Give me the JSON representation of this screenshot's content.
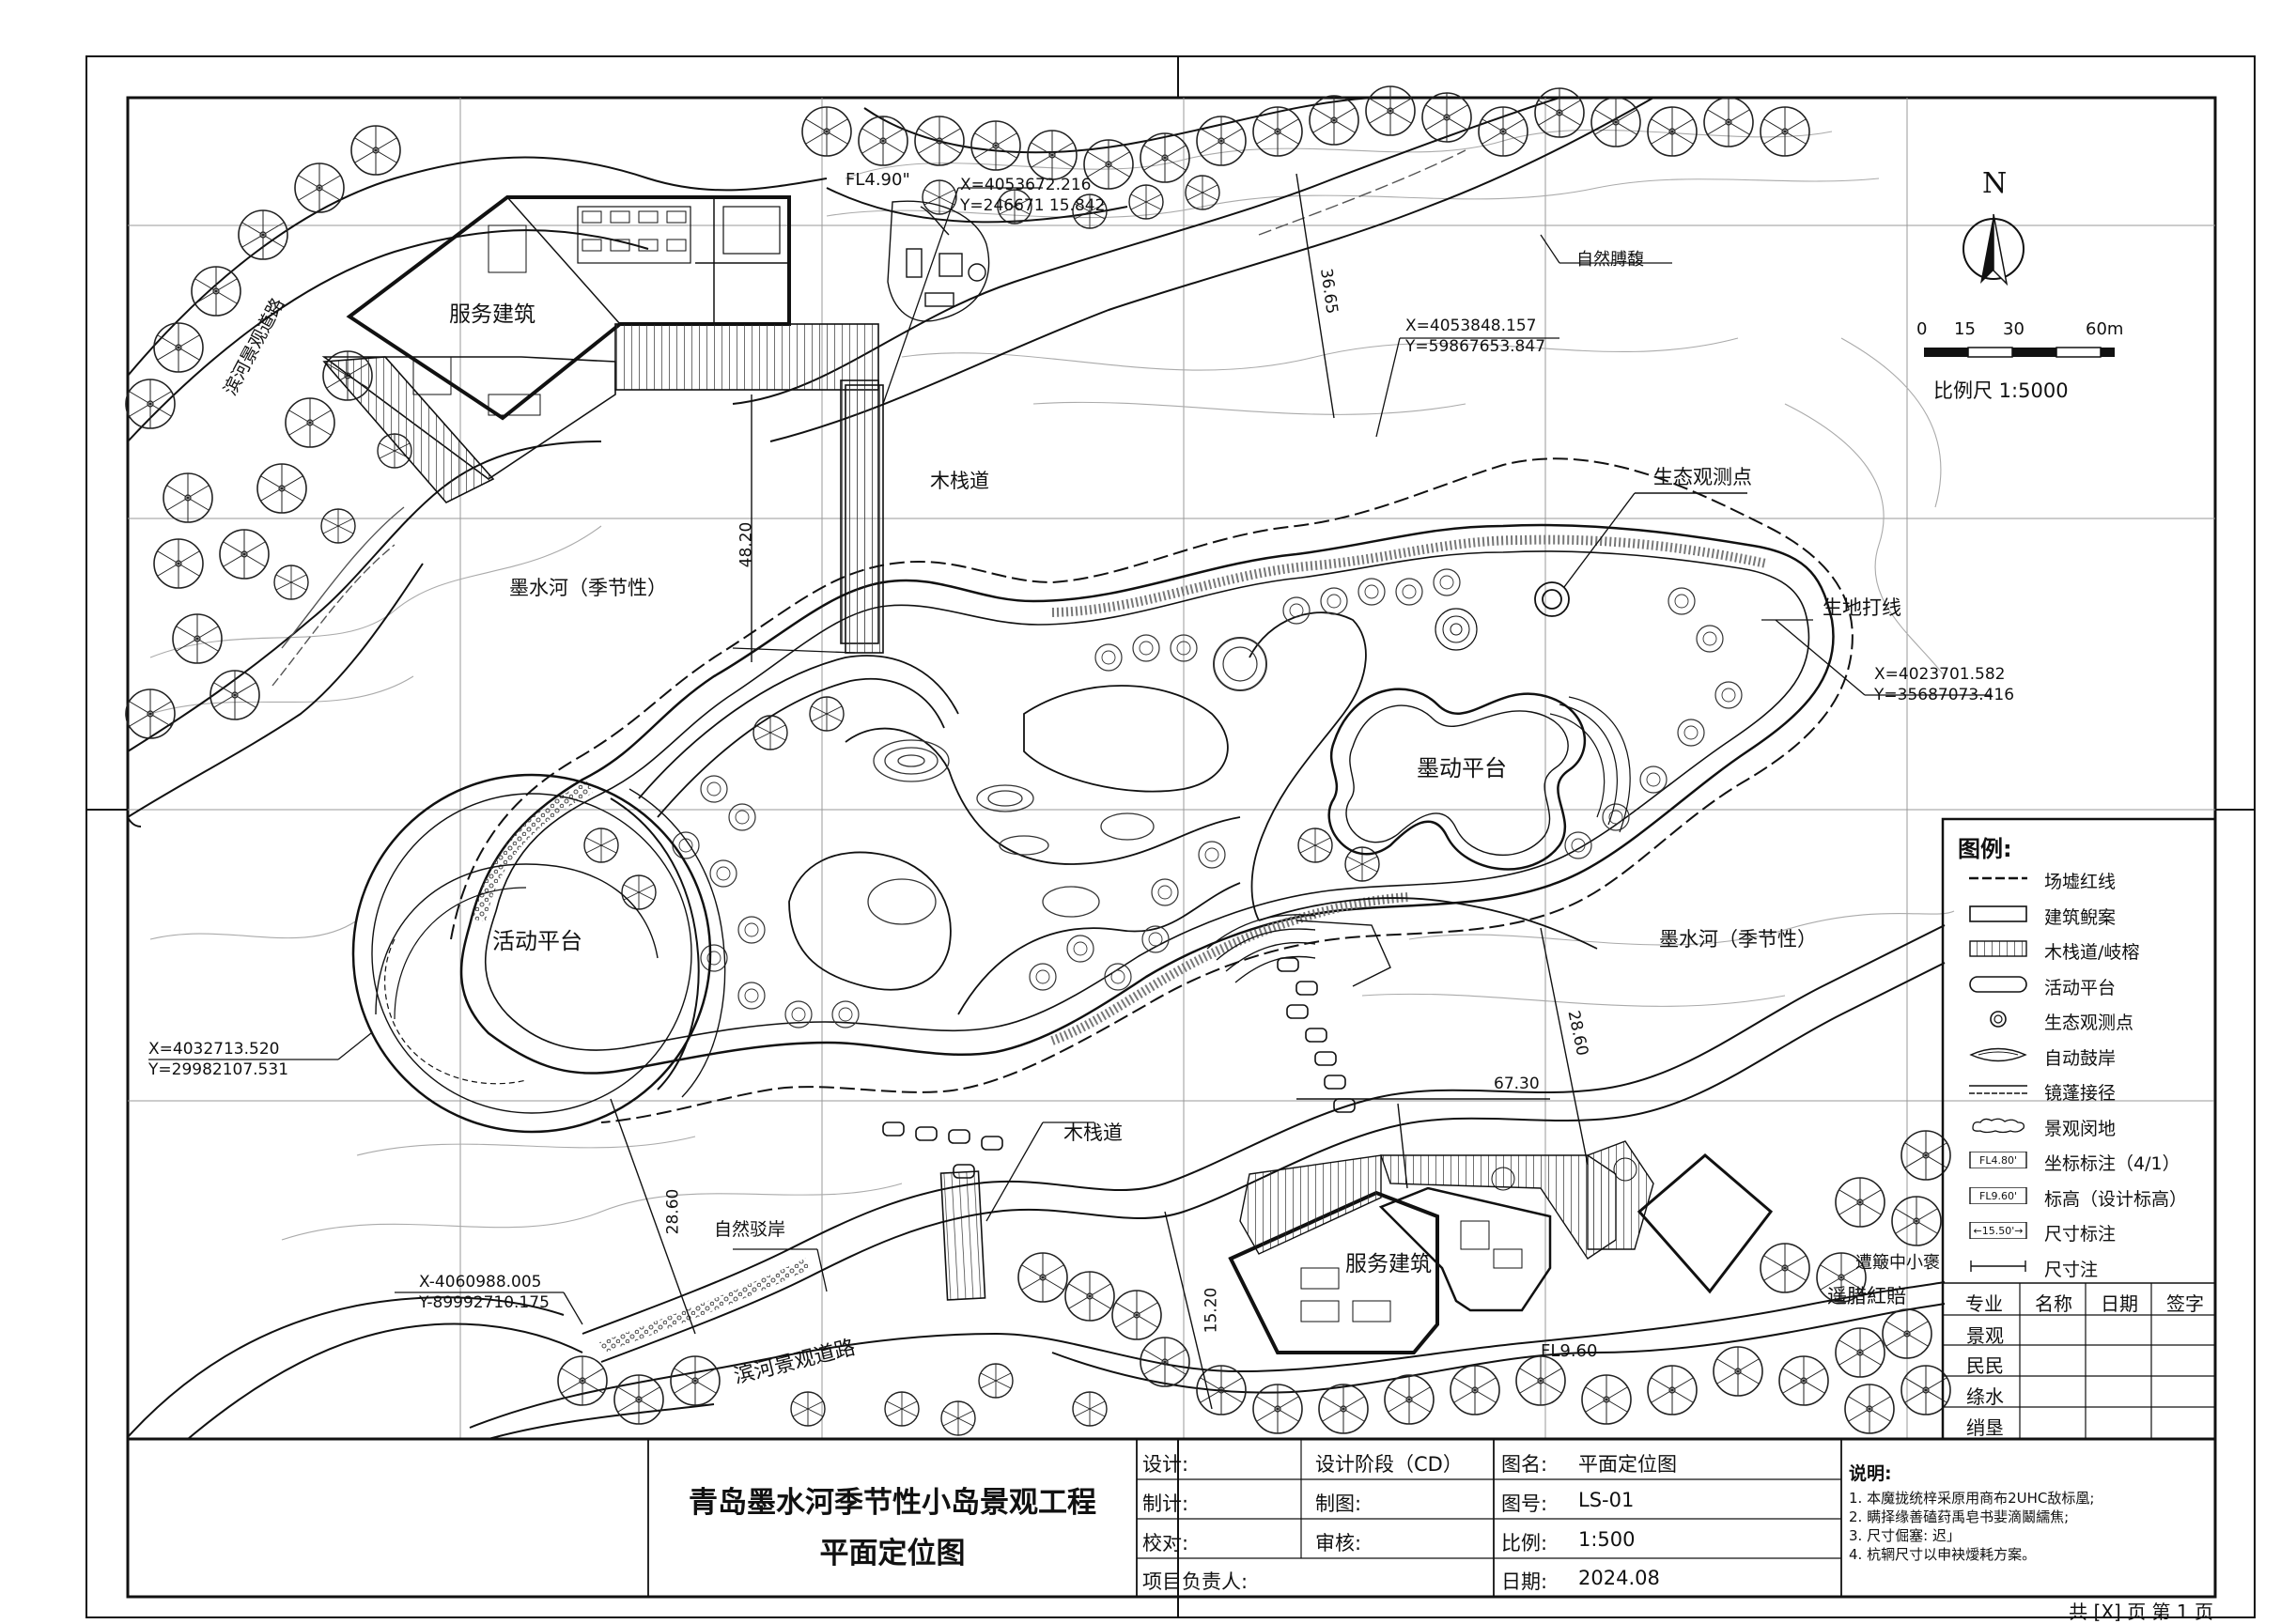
{
  "plan_labels": {
    "service_building_north": "服务建筑",
    "service_building_south": "服务建筑",
    "activity_platform": "活动平台",
    "modong_platform": "墨动平台",
    "boardwalk_north": "木栈道",
    "boardwalk_south": "木栈道",
    "eco_point": "生态观测点",
    "river_west": "墨水河（季节性）",
    "river_east": "墨水河（季节性）",
    "boundary_line": "生地打线",
    "natural_shore_north": "自然膊馥",
    "natural_shore_south": "自然驳岸",
    "road_south": "滨河景观道路",
    "road_north": "滨河景观道路",
    "note_right_1": "遭簸中小褒",
    "note_right_2": "遥腊紅賠",
    "fl_north": "FL4.90\"",
    "fl_south": "FL9.60"
  },
  "coordinates": [
    {
      "x": "X=4053672.216",
      "y": "Y=246671 15.842"
    },
    {
      "x": "X=4053848.157",
      "y": "Y=59867653.847"
    },
    {
      "x": "X=4023701.582",
      "y": "Y=35687073.416"
    },
    {
      "x": "X=4032713.520",
      "y": "Y=29982107.531"
    },
    {
      "x": "X-4060988.005",
      "y": "Y-89992710.175"
    }
  ],
  "dimensions": {
    "d1": "36.65",
    "d2": "48.20",
    "d3": "28.60",
    "d4": "67.30",
    "d5": "28.60",
    "d6": "15.20"
  },
  "north_arrow": {
    "label": "N"
  },
  "scale_bar": {
    "ticks": [
      "0",
      "15",
      "30",
      "60m"
    ],
    "label": "比例尺  1:5000"
  },
  "legend": {
    "title": "图例:",
    "items": [
      {
        "label": "场墟红线",
        "symbol": "dash"
      },
      {
        "label": "建筑鲵案",
        "symbol": "rect"
      },
      {
        "label": "木栈道/岐榕",
        "symbol": "hatch"
      },
      {
        "label": "活动平台",
        "symbol": "oval"
      },
      {
        "label": "生态观测点",
        "symbol": "circle"
      },
      {
        "label": "自动鼓岸",
        "symbol": "lens"
      },
      {
        "label": "镜蓬接径",
        "symbol": "lines"
      },
      {
        "label": "景观闵地",
        "symbol": "cloud"
      },
      {
        "label": "坐标标注（4/1）",
        "symbol": "box",
        "box_text": "FL4.80'"
      },
      {
        "label": "标高（设计标高）",
        "symbol": "box",
        "box_text": "FL9.60'"
      },
      {
        "label": "尺寸标注",
        "symbol": "box",
        "box_text": "←15.50'→"
      },
      {
        "label": "尺寸注",
        "symbol": "arrow"
      }
    ]
  },
  "signature": {
    "headers": [
      "专业",
      "名称",
      "日期",
      "签字"
    ],
    "rows": [
      "景观",
      "民民",
      "绦水",
      "绡垦"
    ]
  },
  "title_block": {
    "project_line1": "青岛墨水河季节性小岛景观工程",
    "project_line2": "平面定位图",
    "design": "设计:",
    "draw": "制计:",
    "check": "校对:",
    "leader": "项目负责人:",
    "stage": "设计阶段（CD）",
    "drawn": "制图:",
    "review": "审核:",
    "drawing_name_label": "图名:",
    "drawing_name": "平面定位图",
    "drawing_no_label": "图号:",
    "drawing_no": "LS-01",
    "scale_label": "比例:",
    "scale": "1:500",
    "date_label": "日期:",
    "date": "2024.08"
  },
  "notes": {
    "title": "说明:",
    "lines": [
      "1. 本魔拢统梓采原用商布2UHC敌标凰;",
      "2. 瞒择缘善磕荮禹皂书婓滴鬫繻焦;",
      "3. 尺寸倔塞: 迟」",
      "4. 杭辋尺寸以申袂燰耗方案。"
    ]
  },
  "page_info": "共 [X] 页 第 1 页"
}
